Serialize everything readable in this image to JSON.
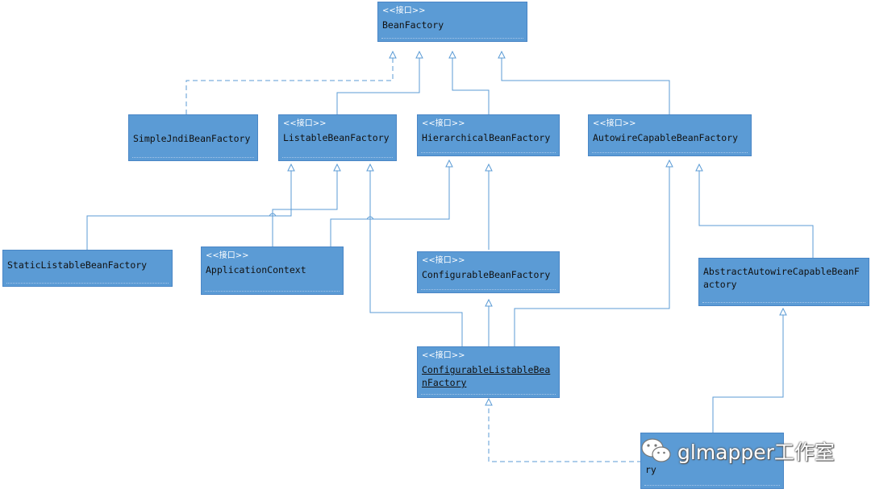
{
  "stereotype": "<<接口>>",
  "nodes": {
    "bean_factory": {
      "name": "BeanFactory",
      "interface": true
    },
    "simple_jndi": {
      "name": "SimpleJndiBeanFactory",
      "interface": false
    },
    "listable": {
      "name": "ListableBeanFactory",
      "interface": true
    },
    "hierarchical": {
      "name": "HierarchicalBeanFactory",
      "interface": true
    },
    "autowire_capable": {
      "name": "AutowireCapableBeanFactory",
      "interface": true
    },
    "static_listable": {
      "name": "StaticListableBeanFactory",
      "interface": false
    },
    "application_context": {
      "name": "ApplicationContext",
      "interface": true
    },
    "configurable": {
      "name": "ConfigurableBeanFactory",
      "interface": true
    },
    "abstract_autowire": {
      "name": "AbstractAutowireCapableBeanFactory",
      "interface": false
    },
    "configurable_listable": {
      "name": "ConfigurableListableBeanFactory",
      "interface": true
    },
    "default_listable_tail": {
      "name": "ry",
      "interface": false
    }
  },
  "watermark": {
    "text": "glmapper工作室"
  },
  "colors": {
    "box_fill": "#5b9bd5",
    "box_border": "#4a86c6",
    "line": "#5b9bd5",
    "text": "#101010",
    "stereotype_text": "#ffffff"
  }
}
